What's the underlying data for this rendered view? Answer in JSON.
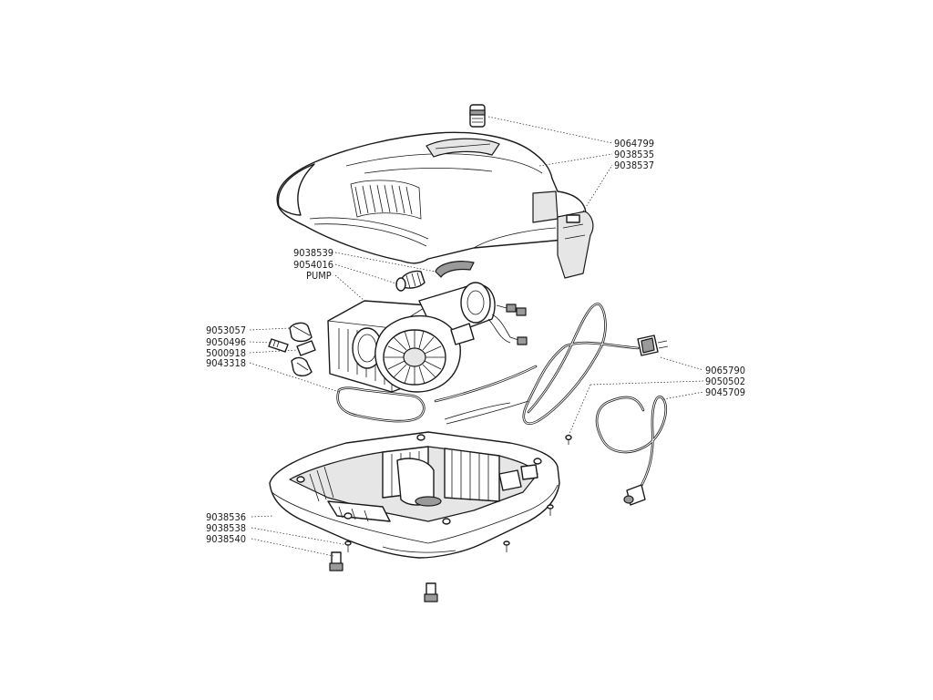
{
  "diagram": {
    "labels": {
      "p9064799": "9064799",
      "p9038535": "9038535",
      "p9038537": "9038537",
      "p9038539": "9038539",
      "p9054016": "9054016",
      "pump": "PUMP",
      "p9053057": "9053057",
      "p9050496": "9050496",
      "p5000918": "5000918",
      "p9043318": "9043318",
      "p9065790": "9065790",
      "p9050502": "9050502",
      "p9045709": "9045709",
      "p9038536": "9038536",
      "p9038538": "9038538",
      "p9038540": "9038540"
    }
  }
}
